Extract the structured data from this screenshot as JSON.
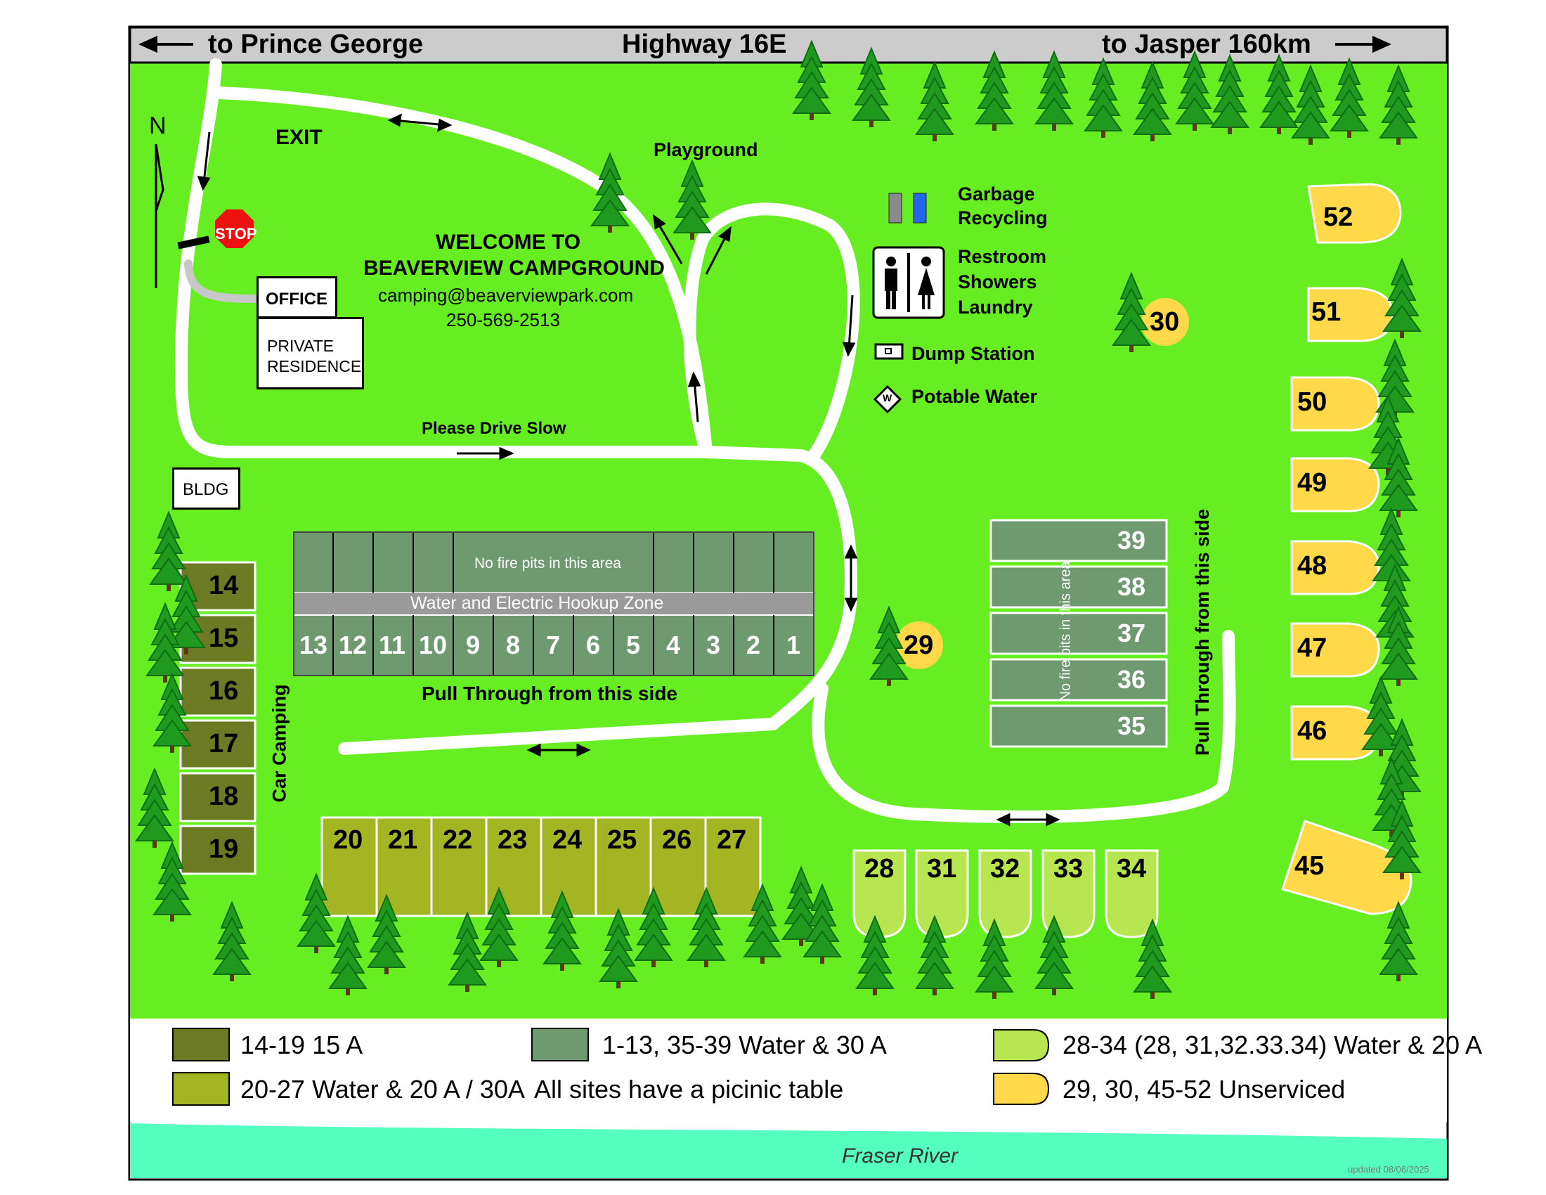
{
  "highway": {
    "left": "to Prince George",
    "center": "Highway 16E",
    "right": "to Jasper 160km"
  },
  "north": "N",
  "exit": "EXIT",
  "stop": "STOP",
  "office": "OFFICE",
  "residence": [
    "PRIVATE",
    "RESIDENCE"
  ],
  "bldg": "BLDG",
  "welcome": {
    "line1": "WELCOME TO",
    "line2": "BEAVERVIEW CAMPGROUND",
    "email": "camping@beaverviewpark.com",
    "phone": "250-569-2513"
  },
  "playground": "Playground",
  "drive_slow": "Please Drive Slow",
  "services": {
    "garbage": "Garbage",
    "recycling": "Recycling",
    "restroom": "Restroom",
    "showers": "Showers",
    "laundry": "Laundry",
    "dump": "Dump Station",
    "water": "Potable Water",
    "water_symbol": "W"
  },
  "hookup_zone": {
    "no_fire": "No fire pits in this area",
    "label": "Water and Electric Hookup Zone",
    "sites": [
      "13",
      "12",
      "11",
      "10",
      "9",
      "8",
      "7",
      "6",
      "5",
      "4",
      "3",
      "2",
      "1"
    ],
    "pull_through": "Pull Through from this side"
  },
  "car_camping": {
    "label": "Car Camping",
    "sites": [
      "14",
      "15",
      "16",
      "17",
      "18",
      "19"
    ]
  },
  "row_20_27": [
    "20",
    "21",
    "22",
    "23",
    "24",
    "25",
    "26",
    "27"
  ],
  "row_28_34": [
    "28",
    "31",
    "32",
    "33",
    "34"
  ],
  "block_35_39": {
    "sites": [
      "39",
      "38",
      "37",
      "36",
      "35"
    ],
    "no_fire": "No fire pits in this area",
    "pull_through": "Pull Through from this side"
  },
  "single_sites": [
    "29",
    "30"
  ],
  "east_sites": [
    "52",
    "51",
    "50",
    "49",
    "48",
    "47",
    "46",
    "45"
  ],
  "legend": [
    {
      "swatch": "#6b7a23",
      "text": "14-19  15 A",
      "shape": "rect"
    },
    {
      "swatch": "#a3b523",
      "text": "20-27  Water & 20 A / 30A",
      "shape": "rect"
    },
    {
      "swatch": "#6f9a6f",
      "text": "1-13, 35-39  Water & 30 A",
      "shape": "rect"
    },
    {
      "swatch": "",
      "text": "All sites have a picinic table",
      "shape": "none"
    },
    {
      "swatch": "#b8e650",
      "text": "28-34 (28, 31,32.33.34)  Water & 20 A",
      "shape": "tab"
    },
    {
      "swatch": "#ffd94a",
      "text": "29, 30, 45-52  Unserviced",
      "shape": "tab"
    }
  ],
  "river": "Fraser River",
  "updated": "updated 08/06/2025",
  "colors": {
    "grass": "#66ee22",
    "road": "#ffffff",
    "highway": "#cccccc",
    "river": "#55ffc0",
    "tree": "#1f9a1f",
    "tree_dark": "#0f6e14",
    "hookup_site": "#6f9a6f",
    "car_site": "#6b7a23",
    "water20": "#a3b523",
    "lightgreen": "#b8e650",
    "yellow": "#ffd94a"
  }
}
